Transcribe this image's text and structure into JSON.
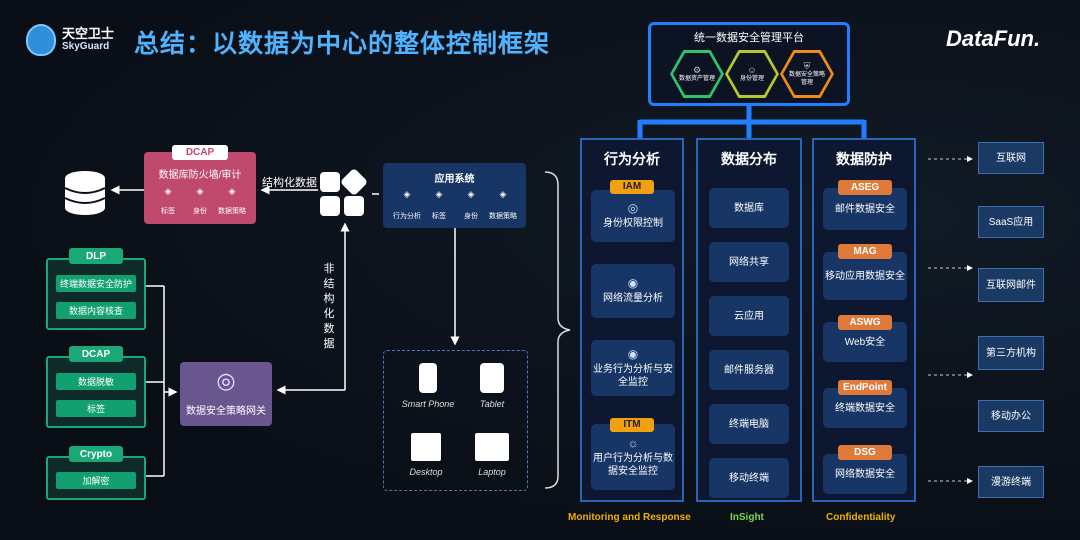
{
  "header": {
    "title": "总结：以数据为中心的整体控制框架",
    "brand_cn": "天空卫士",
    "brand_en": "SkyGuard",
    "right_logo": "DataFun."
  },
  "platform": {
    "title": "统一数据安全管理平台",
    "hexes": [
      {
        "label": "数据资产管理",
        "color": "#2ec46a"
      },
      {
        "label": "身份管理",
        "color": "#b8c82a"
      },
      {
        "label": "数据安全策略管理",
        "color": "#f08a1a"
      }
    ]
  },
  "columns": [
    {
      "title": "行为分析",
      "footer": "Monitoring and Response",
      "items": [
        {
          "tag": "IAM",
          "label": "身份权限控制",
          "icon": "fingerprint-icon"
        },
        {
          "tag": "",
          "label": "网络流量分析",
          "icon": "radar-icon"
        },
        {
          "tag": "",
          "label": "业务行为分析与安全监控",
          "icon": "radar-icon"
        },
        {
          "tag": "ITM",
          "label": "用户行为分析与数据安全监控",
          "icon": "users-icon"
        }
      ]
    },
    {
      "title": "数据分布",
      "footer": "InSight",
      "items": [
        "数据库",
        "网络共享",
        "云应用",
        "邮件服务器",
        "终端电脑",
        "移动终端"
      ]
    },
    {
      "title": "数据防护",
      "footer": "Confidentiality",
      "items": [
        {
          "tag": "ASEG",
          "label": "邮件数据安全"
        },
        {
          "tag": "MAG",
          "label": "移动应用数据安全"
        },
        {
          "tag": "ASWG",
          "label": "Web安全"
        },
        {
          "tag": "EndPoint",
          "label": "终端数据安全"
        },
        {
          "tag": "DSG",
          "label": "网络数据安全"
        }
      ]
    }
  ],
  "external": [
    "互联网",
    "SaaS应用",
    "互联网邮件",
    "第三方机构",
    "移动办公",
    "漫游终端"
  ],
  "left": {
    "dcap_top": {
      "tag": "DCAP",
      "title": "数据库防火墙/审计",
      "items": [
        "标签",
        "身份",
        "数据策略"
      ]
    },
    "structured": "结构化数据",
    "unstructured": "非结构化数据",
    "dlp": {
      "tag": "DLP",
      "items": [
        "终端数据安全防护",
        "数据内容核查"
      ]
    },
    "dcap": {
      "tag": "DCAP",
      "items": [
        "数据脱敏",
        "标签"
      ]
    },
    "crypto": {
      "tag": "Crypto",
      "items": [
        "加解密"
      ]
    },
    "gateway": "数据安全策略网关",
    "app": {
      "title": "应用系统",
      "items": [
        "行为分析",
        "标签",
        "身份",
        "数据策略"
      ]
    },
    "devices": [
      "Smart Phone",
      "Tablet",
      "Desktop",
      "Laptop"
    ]
  }
}
